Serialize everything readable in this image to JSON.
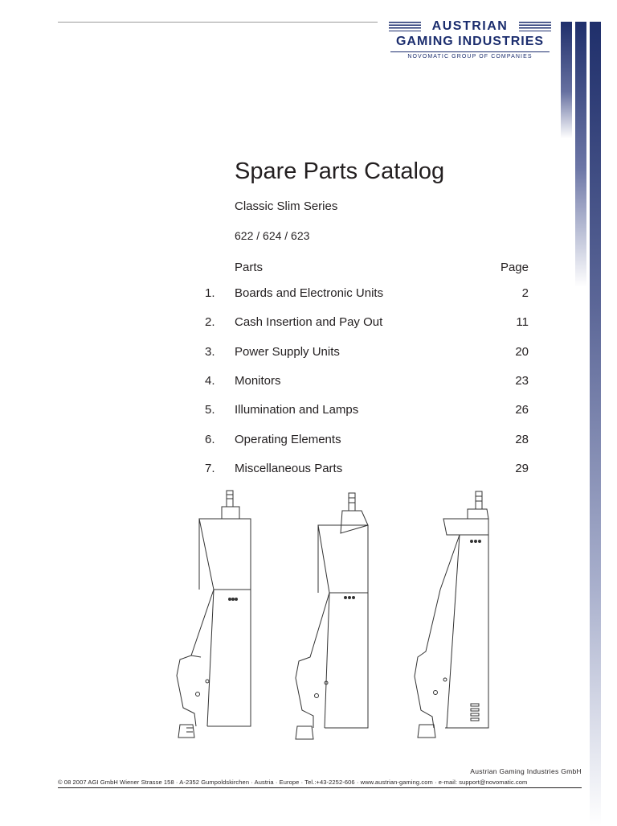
{
  "logo": {
    "line1": "AUSTRIAN",
    "line2": "GAMING INDUSTRIES",
    "tagline": "NOVOMATIC GROUP OF COMPANIES",
    "brand_color": "#1b2d6e"
  },
  "document": {
    "title": "Spare Parts Catalog",
    "series": "Classic Slim Series",
    "models": "622 / 624 / 623"
  },
  "toc": {
    "header_parts": "Parts",
    "header_page": "Page",
    "items": [
      {
        "num": "1.",
        "label": "Boards and Electronic Units",
        "page": "2"
      },
      {
        "num": "2.",
        "label": "Cash Insertion and Pay Out",
        "page": "11"
      },
      {
        "num": "3.",
        "label": "Power Supply Units",
        "page": "20"
      },
      {
        "num": "4.",
        "label": "Monitors",
        "page": "23"
      },
      {
        "num": "5.",
        "label": "Illumination and Lamps",
        "page": "26"
      },
      {
        "num": "6.",
        "label": "Operating Elements",
        "page": "28"
      },
      {
        "num": "7.",
        "label": "Miscellaneous Parts",
        "page": "29"
      }
    ]
  },
  "footer": {
    "company": "Austrian Gaming Industries GmbH",
    "address": "© 08 2007 AGI GmbH   Wiener Strasse 158 · A-2352 Gumpoldskirchen · Austria · Europe · Tel.:+43-2252-606 · www.austrian-gaming.com  · e-mail: support@novomatic.com"
  }
}
